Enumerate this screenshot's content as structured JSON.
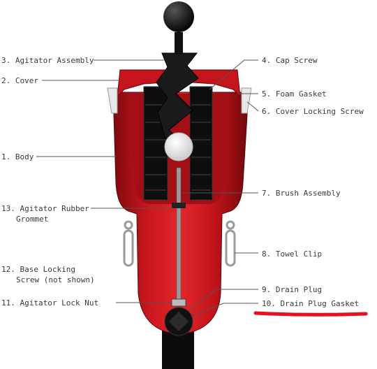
{
  "labels": {
    "agitator_assembly": "3. Agitator Assembly",
    "cover": "2. Cover",
    "body": "1. Body",
    "agitator_rubber_grommet": [
      "13. Agitator Rubber",
      "Grommet"
    ],
    "base_locking_screw": [
      "12. Base Locking",
      "Screw (not shown)"
    ],
    "agitator_lock_nut": "11. Agitator Lock Nut",
    "cap_screw": "4. Cap Screw",
    "foam_gasket": "5. Foam Gasket",
    "cover_locking_screw": "6. Cover Locking Screw",
    "brush_assembly": "7. Brush Assembly",
    "towel_clip": "8. Towel Clip",
    "drain_plug": "9. Drain Plug",
    "drain_plug_gasket": "10. Drain Plug Gasket"
  },
  "colors": {
    "body_red": "#c8141b",
    "body_dark": "#8a0b10",
    "highlight_underline": "#e81020",
    "label_text": "#3a3a3a",
    "leader_line": "#555555"
  }
}
